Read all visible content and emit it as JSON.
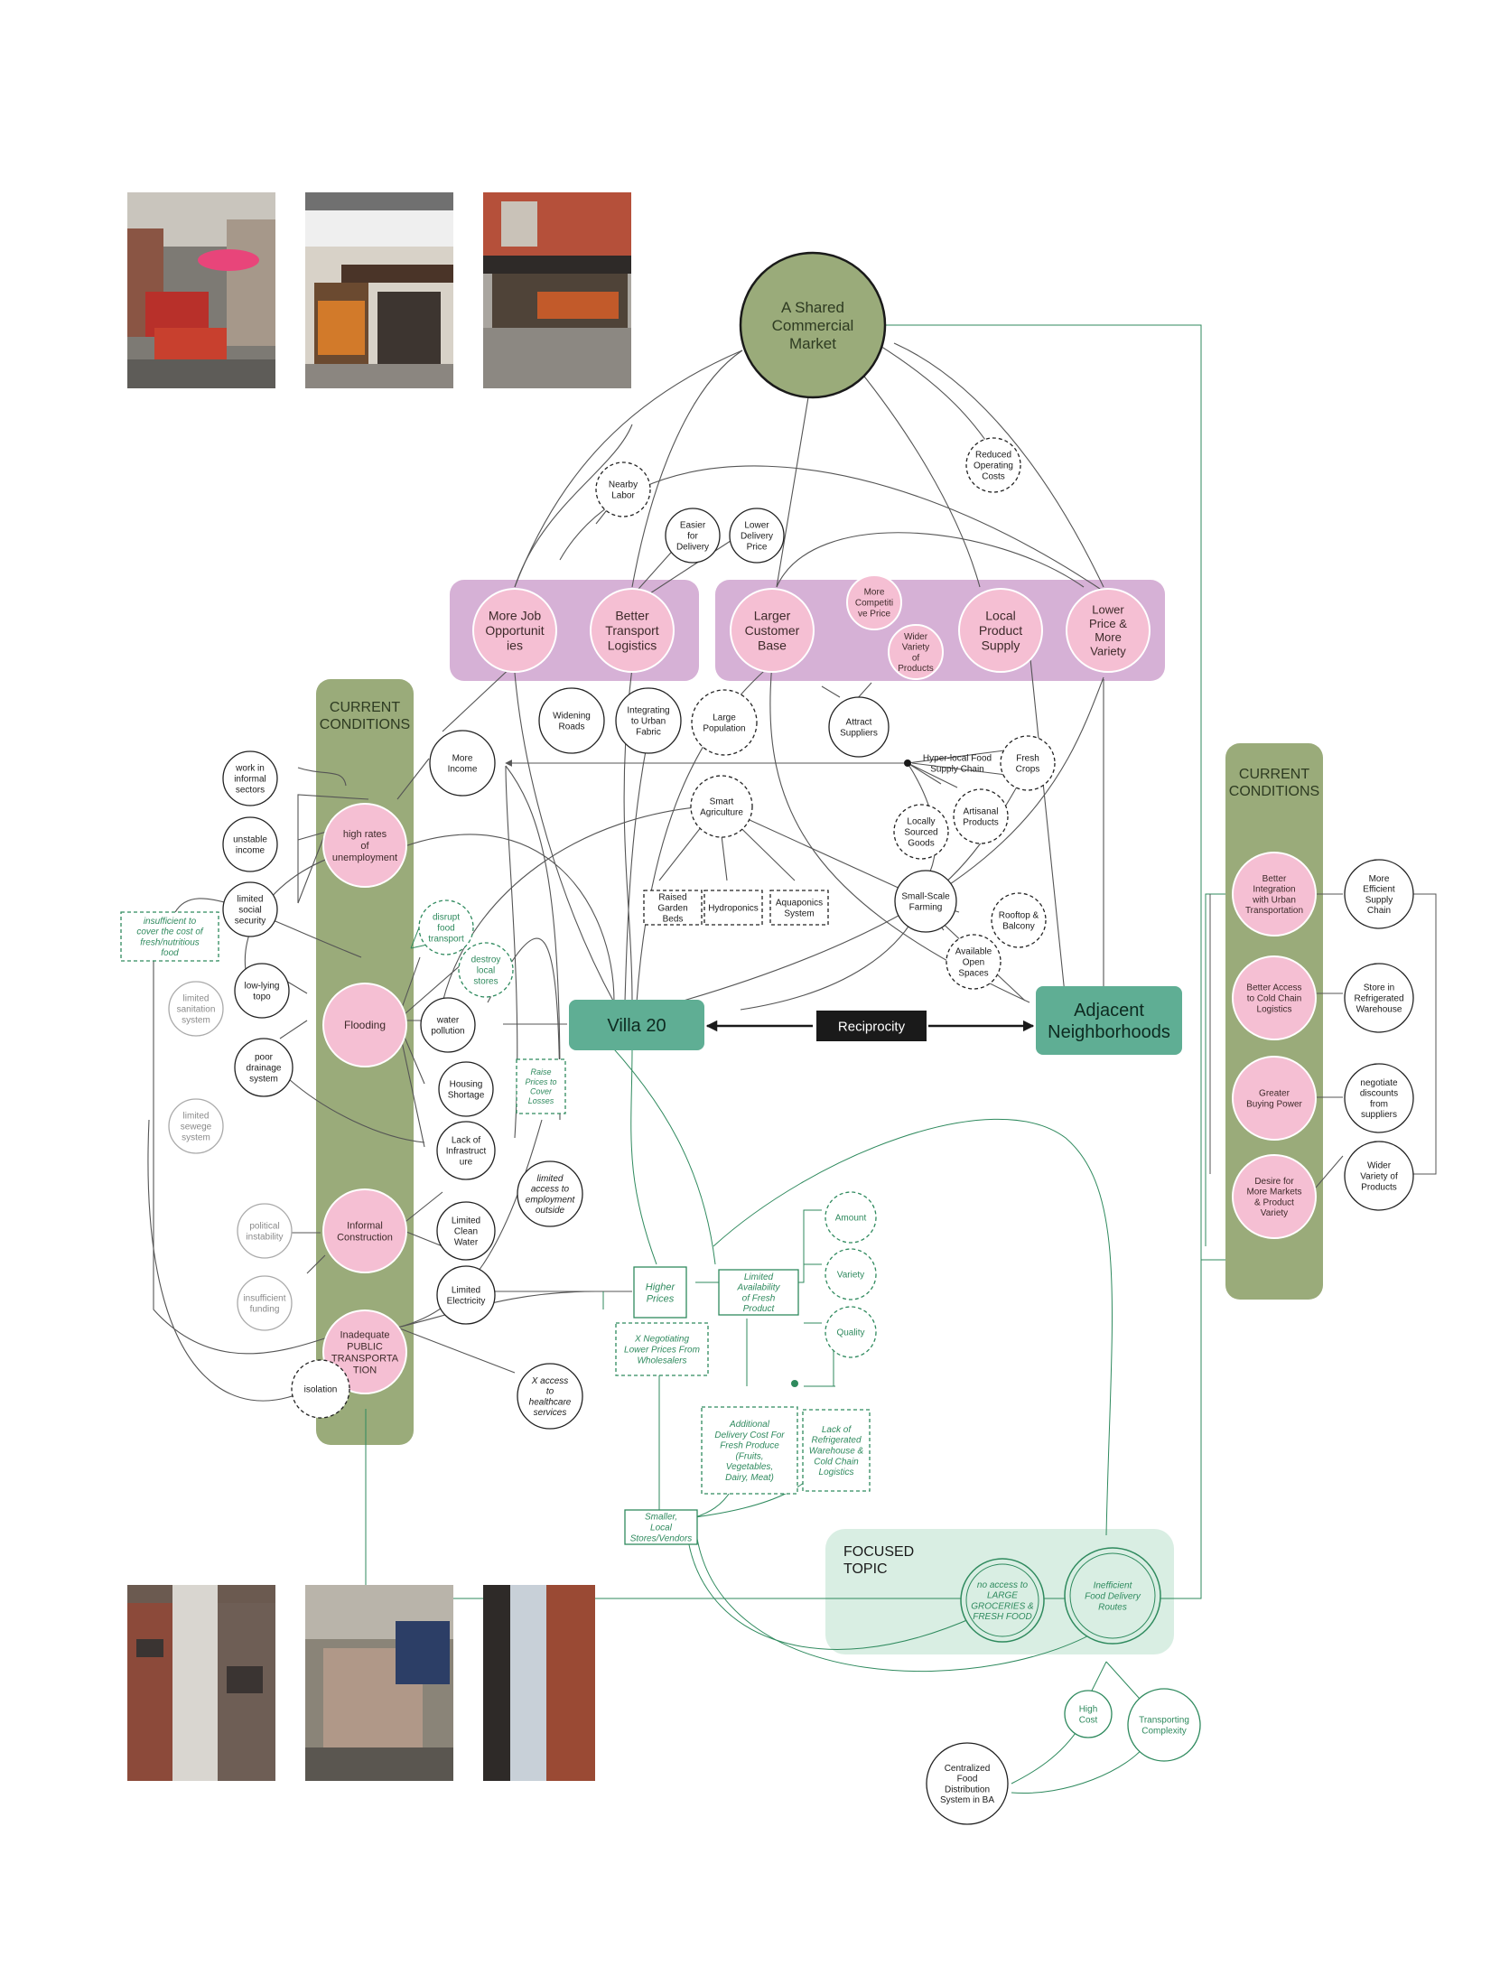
{
  "colors": {
    "olive": "#9aab7a",
    "olive_dark": "#2e3b22",
    "pink": "#f5bfd3",
    "pink_dark": "#3d2a2a",
    "lilac": "#d6b1d6",
    "teal": "#5fae94",
    "mint": "#d9eee3",
    "green_text": "#2f8a5e",
    "line": "#555555",
    "gray": "#9a9a9a",
    "black": "#1a1a1a"
  },
  "photos_top": [
    "market-photo-1",
    "market-photo-2",
    "market-photo-3"
  ],
  "photos_bottom": [
    "alley-photo-1",
    "courtyard-photo",
    "alley-photo-2"
  ],
  "nodes": {
    "shared_market": "A Shared Commercial Market",
    "nearby_labor": "Nearby Labor",
    "reduced_costs": "Reduced Operating Costs",
    "easier_delivery": "Easier for Delivery",
    "lower_delivery": "Lower Delivery Price",
    "more_jobs": "More Job Opportunit ies",
    "better_transport": "Better Transport Logistics",
    "larger_base": "Larger Customer Base",
    "more_competitive": "More Competiti ve Price",
    "wider_variety_products": "Wider Variety of Products",
    "local_supply": "Local Product Supply",
    "lower_price": "Lower Price & More Variety",
    "widening_roads": "Widening Roads",
    "integrating_fabric": "Integrating to Urban Fabric",
    "large_population": "Large Population",
    "attract_suppliers": "Attract Suppliers",
    "more_income": "More Income",
    "hyper_local": "Hyper-local Food Supply Chain",
    "fresh_crops": "Fresh Crops",
    "smart_agriculture": "Smart Agriculture",
    "locally_sourced": "Locally Sourced Goods",
    "artisanal": "Artisanal Products",
    "raised_beds": "Raised Garden Beds",
    "hydroponics": "Hydroponics",
    "aquaponics": "Aquaponics System",
    "small_farming": "Small-Scale Farming",
    "rooftop": "Rooftop & Balcony",
    "open_spaces": "Available Open Spaces",
    "villa20": "Villa 20",
    "reciprocity": "Reciprocity",
    "adjacent": "Adjacent Neighborhoods",
    "current_left": "CURRENT CONDITIONS",
    "work_informal": "work in informal sectors",
    "unstable_income": "unstable income",
    "limited_social": "limited social security",
    "insufficient_cover": "insufficient to cover the cost of fresh/nutritious food",
    "high_unemployment": "high rates of unemployment",
    "disrupt_transport": "disrupt food transport",
    "destroy_stores": "destroy local stores",
    "limited_sanitation": "limited sanitation system",
    "low_lying": "low-lying topo",
    "poor_drainage": "poor drainage system",
    "limited_sewege": "limited sewege system",
    "flooding": "Flooding",
    "water_pollution": "water pollution",
    "housing_shortage": "Housing Shortage",
    "raise_prices": "Raise Prices to Cover Losses",
    "lack_infra": "Lack of Infrastruct ure",
    "limited_access_emp": "limited access to employment outside",
    "political": "political instability",
    "insufficient_funding": "insufficient funding",
    "informal_construction": "Informal Construction",
    "clean_water": "Limited Clean Water",
    "limited_electricity": "Limited Electricity",
    "inadequate_transport": "Inadequate PUBLIC TRANSPORTA TION",
    "isolation": "isolation",
    "healthcare": "X access to healthcare services",
    "higher_prices": "Higher Prices",
    "limited_availability": "Limited Availability of Fresh Product",
    "amount": "Amount",
    "variety": "Variety",
    "quality": "Quality",
    "x_negotiating": "X Negotiating Lower Prices From Wholesalers",
    "additional_cost": "Additional Delivery Cost For Fresh Produce (Fruits, Vegetables, Dairy, Meat)",
    "lack_refrigerated": "Lack of Refrigerated Warehouse & Cold Chain Logistics",
    "smaller_stores": "Smaller, Local Stores/Vendors",
    "focused_topic": "FOCUSED TOPIC",
    "no_access": "no access to LARGE GROCERIES & FRESH FOOD",
    "inefficient_routes": "Inefficient Food Delivery Routes",
    "high_cost": "High Cost",
    "transporting_complexity": "Transporting Complexity",
    "centralized": "Centralized Food Distribution System in BA",
    "current_right": "CURRENT CONDITIONS",
    "better_integration": "Better Integration with Urban Transportation",
    "more_efficient": "More Efficient Supply Chain",
    "cold_chain": "Better Access to Cold Chain Logistics",
    "store_refrigerated": "Store in Refrigerated Warehouse",
    "greater_buying": "Greater Buying Power",
    "negotiate": "negotiate discounts from suppliers",
    "desire_markets": "Desire for More Markets & Product Variety",
    "wider_variety": "Wider Variety of Products"
  }
}
